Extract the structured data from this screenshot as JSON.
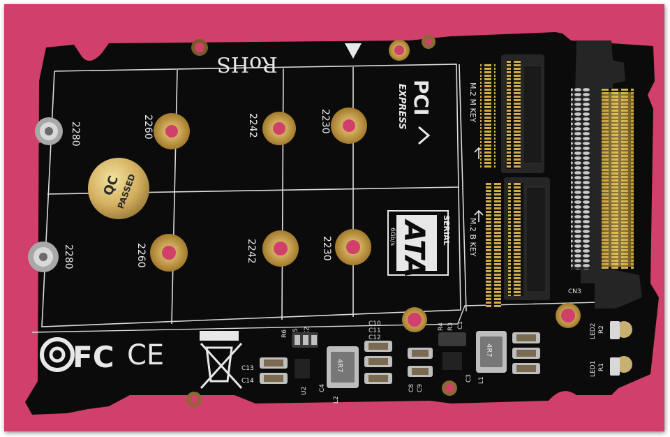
{
  "board": {
    "rohs": "RoHS",
    "pcie_brand": "PCI",
    "pcie_sub": "EXPRESS",
    "sata_serial": "SERIAL",
    "sata_ata": "ATA",
    "sata_speed": "6Gb/s",
    "m_key_label": "M.2 M KEY",
    "b_key_label": "M.2 B KEY",
    "qc_line1": "QC",
    "qc_line2": "PASSED",
    "ce_mark": "CE",
    "fc_mark": "FC",
    "top_sizes": [
      "2280",
      "2260",
      "2242",
      "2230"
    ],
    "bottom_sizes": [
      "2280",
      "2260",
      "2242",
      "2230"
    ],
    "components": {
      "r6": "R6",
      "r5": "R5",
      "c2": "C2",
      "c10": "C10",
      "c11": "C11",
      "c12": "C12",
      "r4": "R4",
      "r3": "R3",
      "c1": "C1",
      "c13": "C13",
      "c14": "C14",
      "u2": "U2",
      "c4": "C4",
      "l2": "L2",
      "c8": "C8",
      "c9": "C9",
      "c3": "C3",
      "l1": "L1",
      "cn3": "CN3",
      "led2": "LED2",
      "led1": "LED1",
      "r2": "R2",
      "r1": "R1",
      "inductor1": "4R7",
      "inductor2": "4R7"
    }
  },
  "colors": {
    "background": "#d0406a",
    "pcb": "#0b0b0c",
    "silkscreen": "#e8e8e8",
    "gold": "#c8a24a"
  }
}
